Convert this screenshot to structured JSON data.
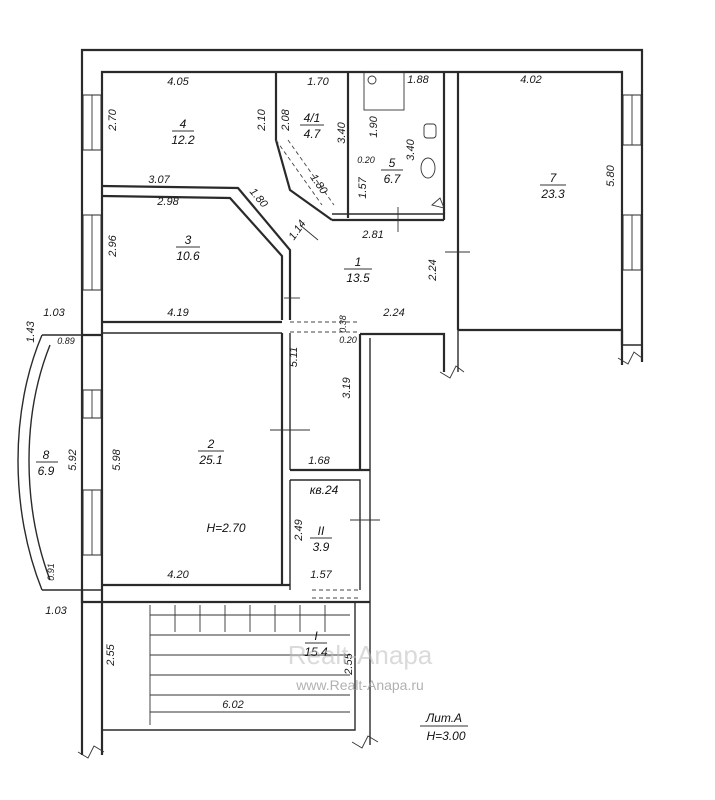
{
  "rooms": [
    {
      "num": "4",
      "area": "12.2"
    },
    {
      "num": "4/1",
      "area": "4.7"
    },
    {
      "num": "5",
      "area": "6.7"
    },
    {
      "num": "7",
      "area": "23.3"
    },
    {
      "num": "3",
      "area": "10.6"
    },
    {
      "num": "1",
      "area": "13.5"
    },
    {
      "num": "2",
      "area": "25.1"
    },
    {
      "num": "8",
      "area": "6.9"
    },
    {
      "num": "II",
      "area": "3.9"
    },
    {
      "num": "I",
      "area": "15.4"
    }
  ],
  "dims": {
    "d4_05": "4.05",
    "d1_70": "1.70",
    "d1_88": "1.88",
    "d4_02": "4.02",
    "d2_70": "2.70",
    "d2_10": "2.10",
    "d2_08": "2.08",
    "d3_40a": "3.40",
    "d1_90": "1.90",
    "d3_40b": "3.40",
    "d0_20a": "0.20",
    "d1_57a": "1.57",
    "d5_80": "5.80",
    "d3_07": "3.07",
    "d2_98": "2.98",
    "d1_80a": "1.80",
    "d1_80b": "1.80",
    "d1_14": "1.14",
    "d2_81": "2.81",
    "d2_96": "2.96",
    "d2_24a": "2.24",
    "d1_03a": "1.03",
    "d4_19": "4.19",
    "d2_24b": "2.24",
    "d0_38": "0.38",
    "d0_20b": "0.20",
    "d1_43": "1.43",
    "d0_89": "0.89",
    "d5_11": "5.11",
    "d3_19": "3.19",
    "d5_92": "5.92",
    "d5_98": "5.98",
    "d1_68": "1.68",
    "d2_49": "2.49",
    "d1_57b": "1.57",
    "d0_91": "0.91",
    "d4_20": "4.20",
    "d1_03b": "1.03",
    "d2_55a": "2.55",
    "d2_55b": "2.55",
    "d6_02": "6.02"
  },
  "labels": {
    "apartment": "кв.24",
    "ceiling_height": "H=2.70",
    "building": "Лит.А",
    "building_height": "H=3.00"
  },
  "watermark": {
    "brand": "Realt-Anapa",
    "url": "www.Realt-Anapa.ru"
  }
}
